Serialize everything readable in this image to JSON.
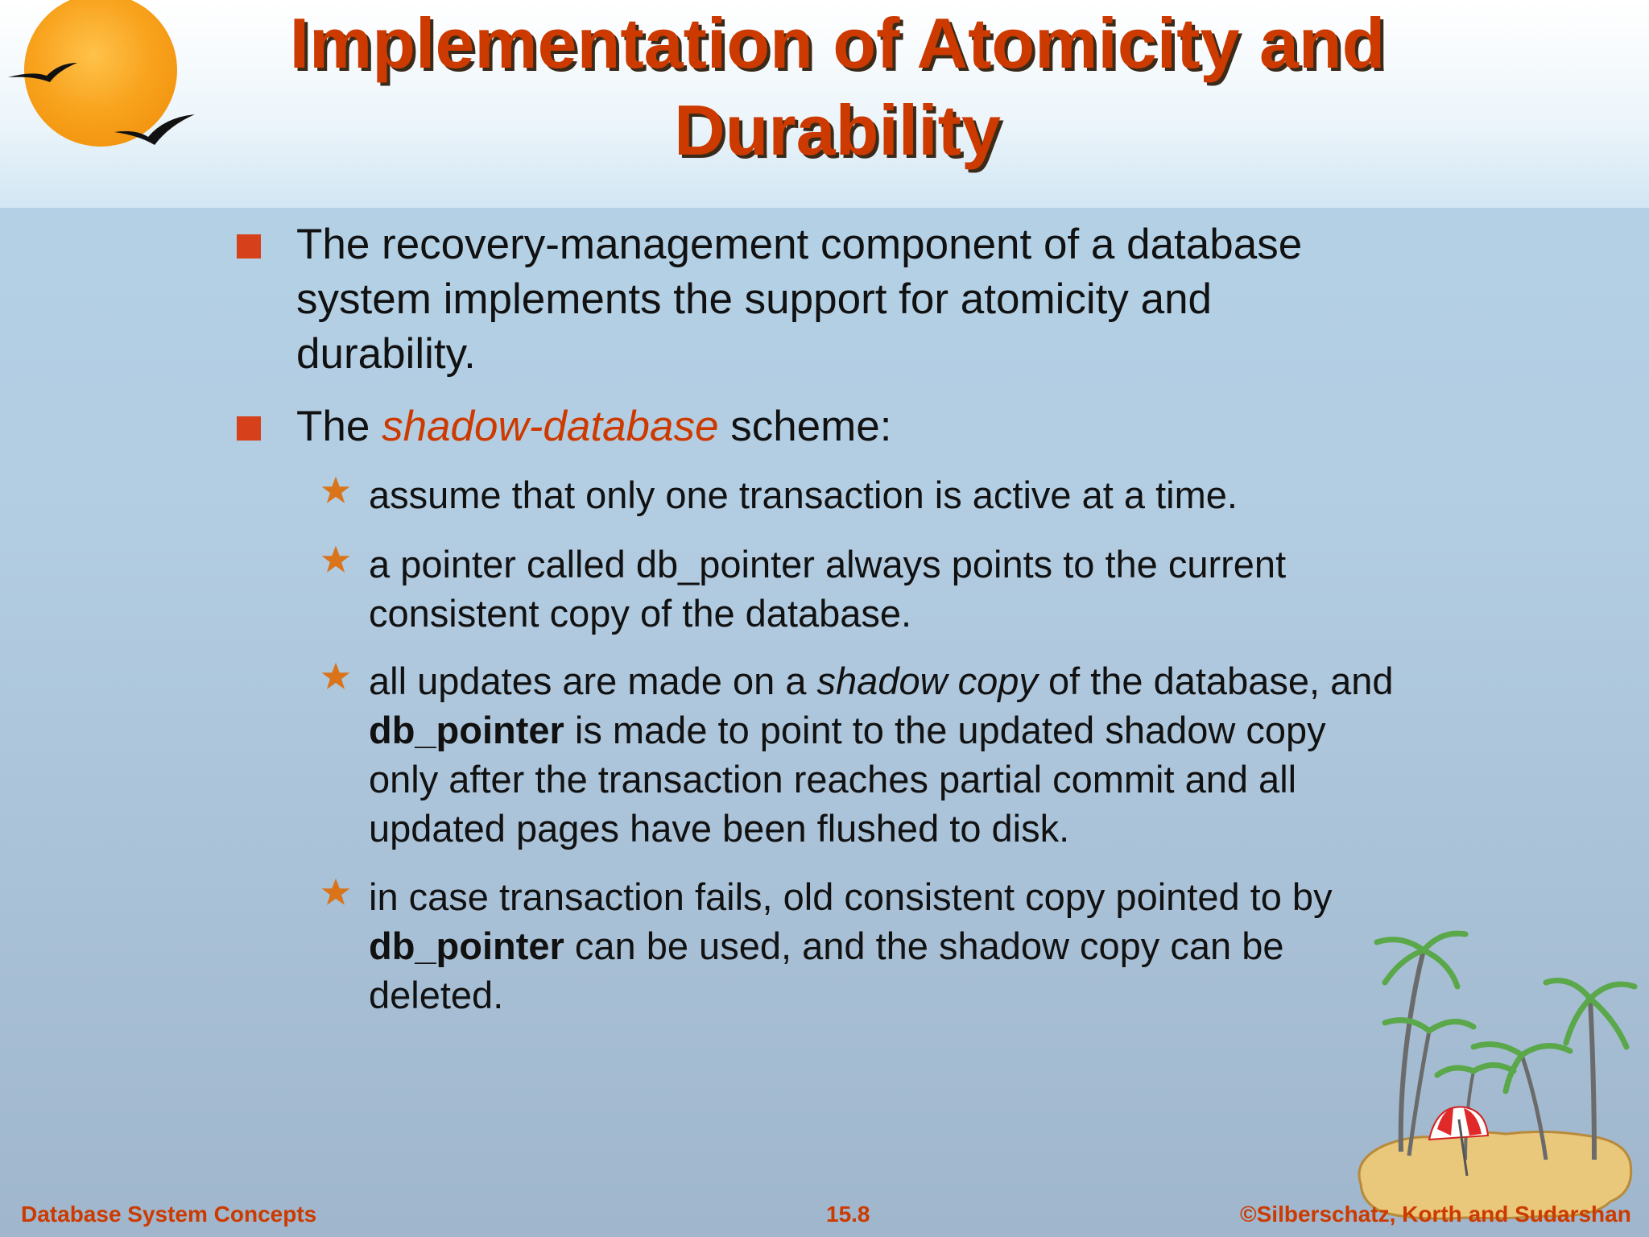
{
  "slide": {
    "title_line1": "Implementation of Atomicity and",
    "title_line2": "Durability",
    "bullets": [
      {
        "line1": "The recovery-management component of a database",
        "line2": "system implements the support for atomicity and",
        "line3": "durability."
      },
      {
        "pre": "The ",
        "highlight": "shadow-database",
        "post": " scheme:"
      }
    ],
    "sub_bullets": [
      {
        "line1": "assume that only one transaction is active at a time."
      },
      {
        "line1": "a pointer called db_pointer always points to the current",
        "line2": "consistent copy of the database."
      },
      {
        "l1_pre": "all updates are made on a ",
        "l1_italic": "shadow copy",
        "l1_post": " of the database, and",
        "l2_bold": "db_pointer",
        "l2_post": " is made to point to the updated shadow copy",
        "line3": "only after the transaction reaches partial commit and all",
        "line4": "updated pages have been flushed to disk."
      },
      {
        "line1": "in case transaction fails, old consistent copy pointed to by",
        "l2_bold": "db_pointer",
        "l2_post": " can be used, and the shadow copy can be",
        "line3": "deleted."
      }
    ]
  },
  "footer": {
    "left": "Database System Concepts",
    "center": "15.8",
    "right": "©Silberschatz, Korth and Sudarshan"
  },
  "colors": {
    "title": "#cc3a00",
    "bullet_marker": "#d6401a",
    "star": "#d9741a",
    "footer_text": "#cc3a00",
    "sun": "#f8a21c"
  },
  "icons": {
    "corner_art": "sunset-with-birds-icon",
    "island_art": "palm-island-with-umbrella-icon",
    "sub_bullet": "star-icon",
    "bullet": "square-bullet-icon"
  }
}
